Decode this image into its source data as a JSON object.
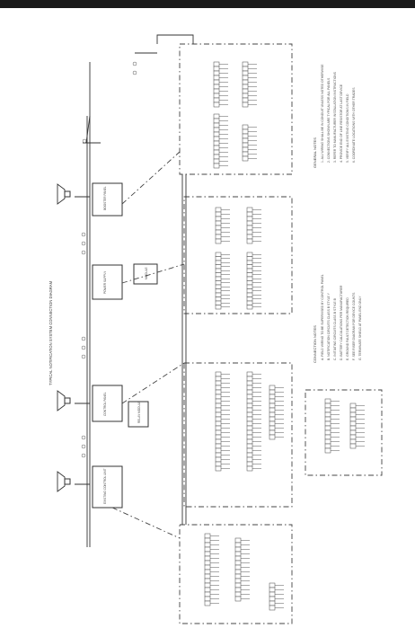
{
  "page": {
    "title": "TYPICAL NOTIFICATION SYSTEM CONNECTION DIAGRAM"
  },
  "colors": {
    "line": "#333333",
    "paper": "#ffffff",
    "top_bar": "#1a1a1a"
  },
  "units": [
    {
      "id": "unit-1",
      "label": "EXISTING CONTROL UNIT"
    },
    {
      "id": "unit-2",
      "label": "CONTROL PANEL"
    },
    {
      "id": "unit-3",
      "label": "POWER SUPPLY"
    },
    {
      "id": "unit-4",
      "label": "BOOSTER PANEL"
    }
  ],
  "devices": {
    "speaker_icons": [
      "speaker-icon",
      "speaker-icon",
      "speaker-icon"
    ],
    "aux_modules": [
      "MODULE",
      "RELAY MODULE"
    ]
  },
  "general_notes": {
    "heading": "GENERAL NOTES",
    "items": [
      "1. ALL WIRING SHALL BE IN CONDUIT UNLESS NOTED OTHERWISE",
      "2. CONNECTIONS SHOWN ARE TYPICAL FOR ALL PANELS",
      "3. REFER TO MANUFACTURER INSTALLATION INSTRUCTIONS",
      "4. PROVIDE END OF LINE RESISTOR AT LAST DEVICE",
      "5. VERIFY ALL EXISTING CONDITIONS IN FIELD",
      "6. COORDINATE LOCATIONS WITH OTHER TRADES"
    ]
  },
  "second_notes": {
    "heading": "CONNECTION NOTES",
    "items": [
      "A. FIELD WIRING TO BE SUPERVISED BY CONTROL PANEL",
      "B. NOTIFICATION CIRCUITS CLASS B STYLE Y",
      "C. INITIATING CIRCUITS CLASS B STYLE B",
      "D. BATTERY CALCULATIONS PER MANUFACTURER",
      "E. GROUND FAULT DETECTION REQUIRED",
      "F. SEE RISER DIAGRAM FOR DEVICE COUNTS",
      "G. TERMINATE SHIELD AT PANEL END ONLY"
    ]
  }
}
